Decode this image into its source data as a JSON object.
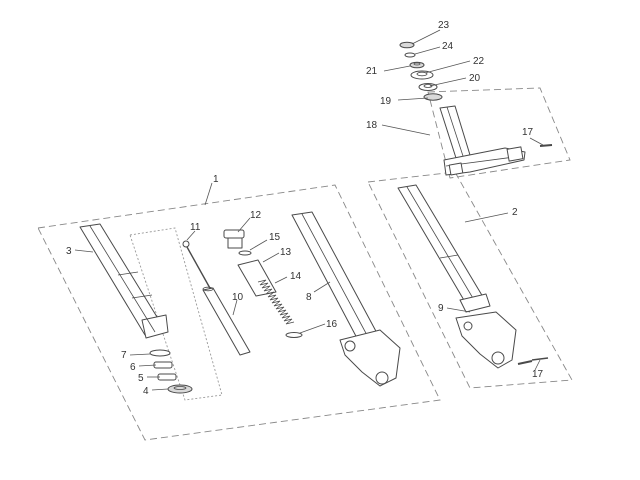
{
  "diagram": {
    "callouts": [
      "1",
      "2",
      "3",
      "4",
      "5",
      "6",
      "7",
      "8",
      "9",
      "10",
      "11",
      "12",
      "13",
      "14",
      "15",
      "16",
      "17",
      "17",
      "18",
      "19",
      "20",
      "21",
      "22",
      "23",
      "24"
    ]
  }
}
